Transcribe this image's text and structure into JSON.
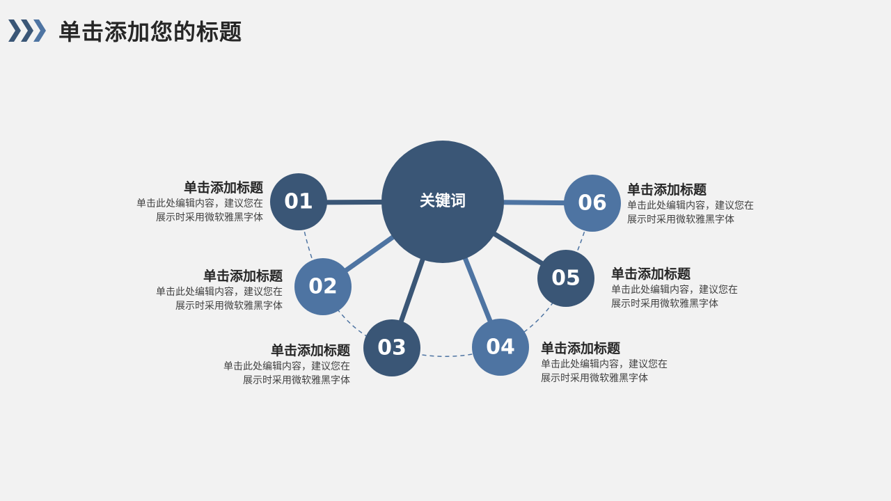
{
  "header": {
    "title": "单击添加您的标题",
    "icon": "chevrons-right-icon"
  },
  "center": {
    "label": "关键词"
  },
  "colors": {
    "dark": "#3a5676",
    "mid": "#4e74a2",
    "background": "#f2f2f2",
    "text": "#262626"
  },
  "items": [
    {
      "num": "01",
      "title": "单击添加标题",
      "line1": "单击此处编辑内容，建议您在",
      "line2": "展示时采用微软雅黑字体"
    },
    {
      "num": "02",
      "title": "单击添加标题",
      "line1": "单击此处编辑内容，建议您在",
      "line2": "展示时采用微软雅黑字体"
    },
    {
      "num": "03",
      "title": "单击添加标题",
      "line1": "单击此处编辑内容，建议您在",
      "line2": "展示时采用微软雅黑字体"
    },
    {
      "num": "04",
      "title": "单击添加标题",
      "line1": "单击此处编辑内容，建议您在",
      "line2": "展示时采用微软雅黑字体"
    },
    {
      "num": "05",
      "title": "单击添加标题",
      "line1": "单击此处编辑内容，建议您在",
      "line2": "展示时采用微软雅黑字体"
    },
    {
      "num": "06",
      "title": "单击添加标题",
      "line1": "单击此处编辑内容，建议您在",
      "line2": "展示时采用微软雅黑字体"
    }
  ]
}
